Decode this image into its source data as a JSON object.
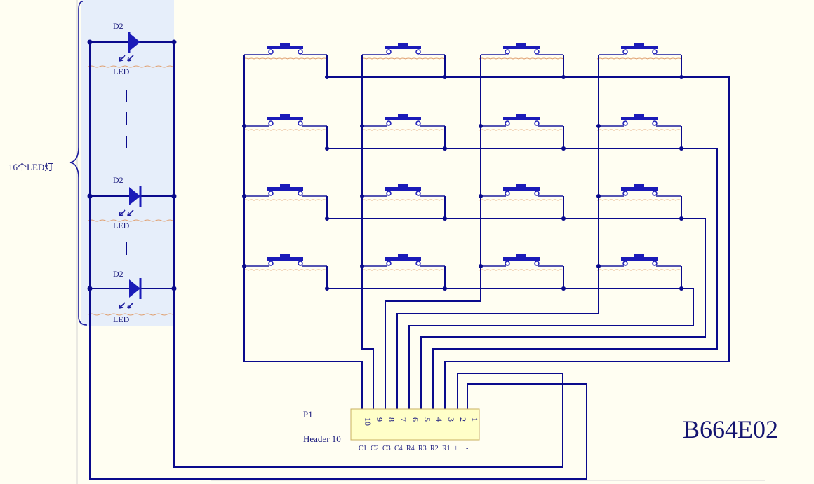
{
  "colors": {
    "background": "#fffef2",
    "wire": "#0a0a8c",
    "component": "#1b1bb8",
    "led_group_fill": "#e6eefa",
    "header_fill": "#ffffc8",
    "header_border": "#c8b060",
    "wavy_underline": "#e0a070"
  },
  "led_group": {
    "brace_label": "16个LED灯",
    "leds": [
      {
        "designator": "D2",
        "comment": "LED"
      },
      {
        "designator": "D2",
        "comment": "LED"
      },
      {
        "designator": "D2",
        "comment": "LED"
      }
    ]
  },
  "switch_matrix": {
    "rows": 4,
    "cols": 4
  },
  "header": {
    "designator": "P1",
    "comment": "Header 10",
    "pin_numbers": [
      "10",
      "9",
      "8",
      "7",
      "6",
      "5",
      "4",
      "3",
      "2",
      "1"
    ],
    "pin_labels": [
      "C1",
      "C2",
      "C3",
      "C4",
      "R4",
      "R3",
      "R2",
      "R1",
      "+",
      "-"
    ]
  },
  "board_code": "B664E02"
}
